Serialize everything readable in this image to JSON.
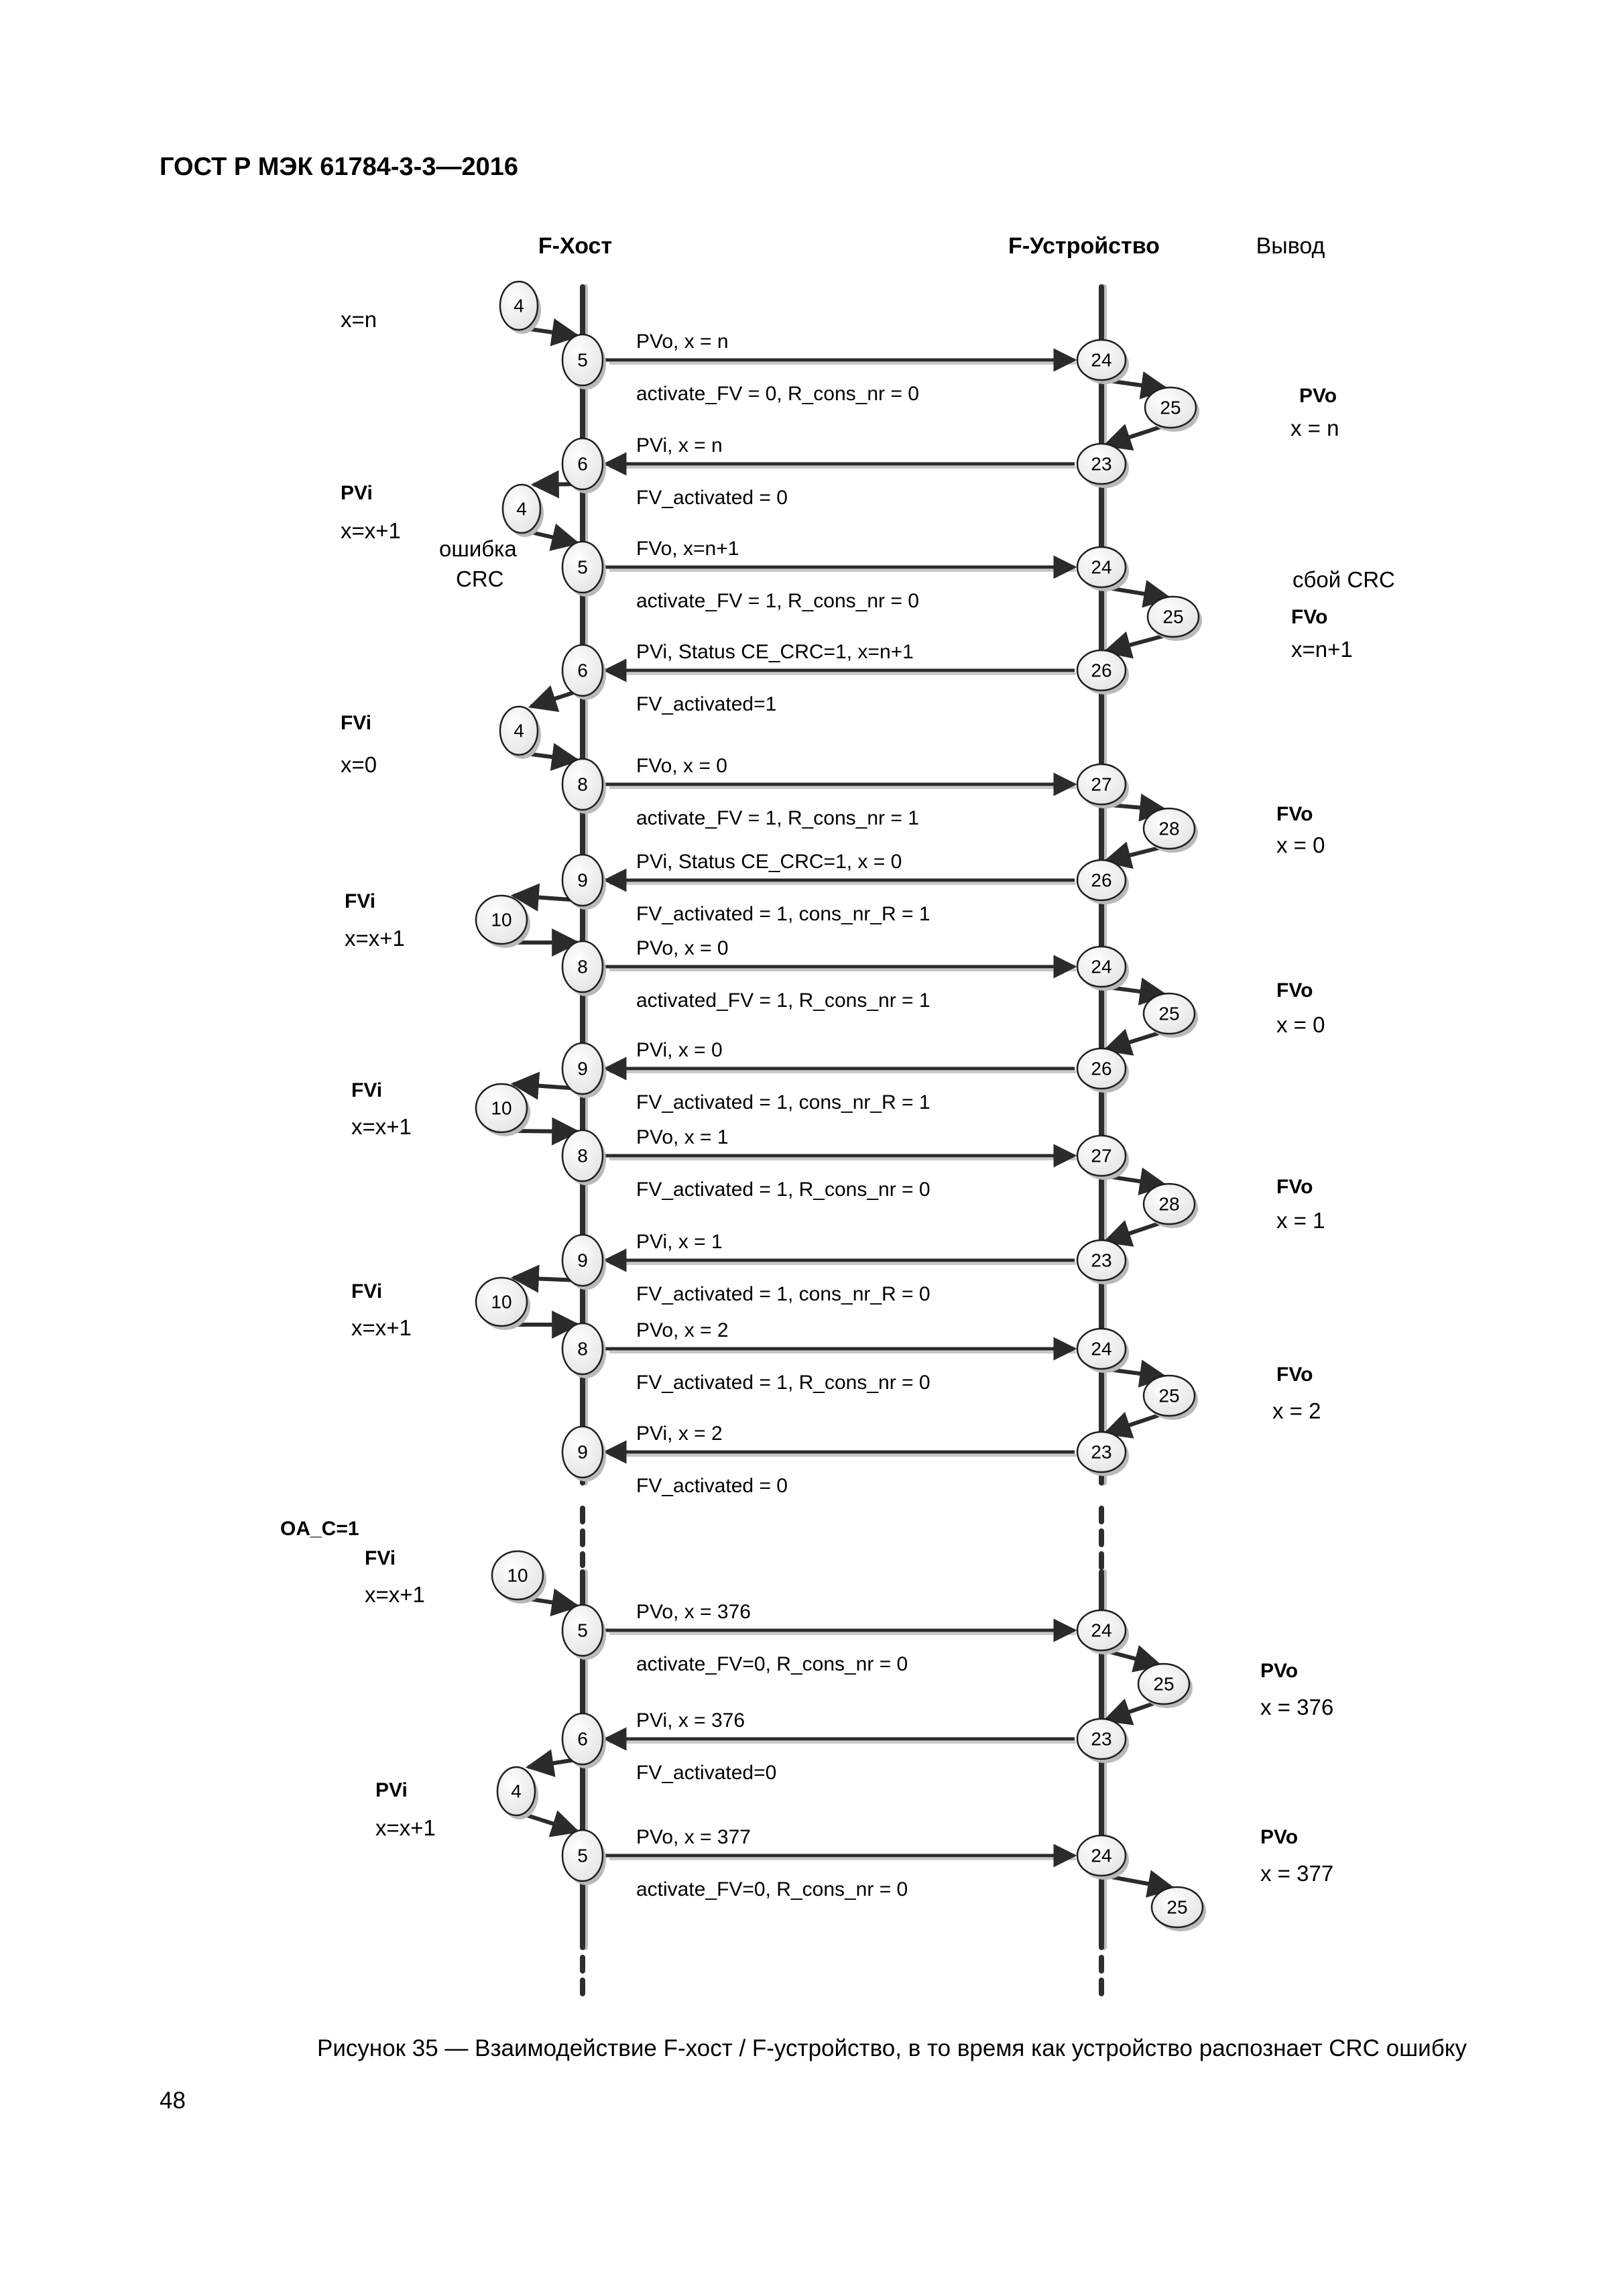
{
  "header": {
    "standard": "ГОСТ Р МЭК 61784-3-3—2016"
  },
  "columns": {
    "host": "F-Хост",
    "device": "F-Устройство",
    "output": "Вывод"
  },
  "host_notes": [
    {
      "text": "x=n",
      "bold": false,
      "pos": "row1"
    },
    {
      "text": "PVi",
      "bold": true,
      "pos": "row2a"
    },
    {
      "text": "x=x+1",
      "bold": false,
      "pos": "row2b"
    },
    {
      "text": "ошибка",
      "bold": false,
      "pos": "row2c"
    },
    {
      "text": "CRC",
      "bold": false,
      "pos": "row2d"
    },
    {
      "text": "FVi",
      "bold": true,
      "pos": "row3a"
    },
    {
      "text": "x=0",
      "bold": false,
      "pos": "row3b"
    },
    {
      "text": "FVi",
      "bold": true,
      "pos": "row4a"
    },
    {
      "text": "x=x+1",
      "bold": false,
      "pos": "row4b"
    },
    {
      "text": "FVi",
      "bold": true,
      "pos": "row5a"
    },
    {
      "text": "x=x+1",
      "bold": false,
      "pos": "row5b"
    },
    {
      "text": "FVi",
      "bold": true,
      "pos": "row6a"
    },
    {
      "text": "x=x+1",
      "bold": false,
      "pos": "row6b"
    },
    {
      "text": "OA_C=1",
      "bold": true,
      "pos": "row7a"
    },
    {
      "text": "FVi",
      "bold": true,
      "pos": "row7b"
    },
    {
      "text": "x=x+1",
      "bold": false,
      "pos": "row7c"
    },
    {
      "text": "PVi",
      "bold": true,
      "pos": "row8a"
    },
    {
      "text": "x=x+1",
      "bold": false,
      "pos": "row8b"
    }
  ],
  "output_notes": [
    {
      "text": "PVo",
      "bold": true
    },
    {
      "text": "x = n",
      "bold": false
    },
    {
      "text": "сбой CRC",
      "bold": false
    },
    {
      "text": "FVo",
      "bold": true
    },
    {
      "text": "x=n+1",
      "bold": false
    },
    {
      "text": "FVo",
      "bold": true
    },
    {
      "text": "x = 0",
      "bold": false
    },
    {
      "text": "FVo",
      "bold": true
    },
    {
      "text": "x = 0",
      "bold": false
    },
    {
      "text": "FVo",
      "bold": true
    },
    {
      "text": "x = 1",
      "bold": false
    },
    {
      "text": "FVo",
      "bold": true
    },
    {
      "text": "x = 2",
      "bold": false
    },
    {
      "text": "PVo",
      "bold": true
    },
    {
      "text": "x = 376",
      "bold": false
    },
    {
      "text": "PVo",
      "bold": true
    },
    {
      "text": "x = 377",
      "bold": false
    }
  ],
  "messages": [
    {
      "dir": "to-device",
      "from": "5",
      "to": "24",
      "top": "PVo, x = n",
      "bottom": "activate_FV = 0, R_cons_nr = 0"
    },
    {
      "dir": "to-host",
      "from": "23",
      "to": "6",
      "top": "PVi, x = n",
      "bottom": "FV_activated = 0"
    },
    {
      "dir": "to-device",
      "from": "5",
      "to": "24",
      "top": "FVo, x=n+1",
      "bottom": "activate_FV = 1, R_cons_nr = 0"
    },
    {
      "dir": "to-host",
      "from": "26",
      "to": "6",
      "top": "PVi, Status CE_CRC=1, x=n+1",
      "bottom": "FV_activated=1"
    },
    {
      "dir": "to-device",
      "from": "8",
      "to": "27",
      "top": "FVo, x = 0",
      "bottom": "activate_FV = 1, R_cons_nr = 1"
    },
    {
      "dir": "to-host",
      "from": "26",
      "to": "9",
      "top": "PVi, Status CE_CRC=1, x = 0",
      "bottom": "FV_activated = 1, cons_nr_R = 1"
    },
    {
      "dir": "to-device",
      "from": "8",
      "to": "24",
      "top": "PVo, x = 0",
      "bottom": "activated_FV = 1, R_cons_nr = 1"
    },
    {
      "dir": "to-host",
      "from": "26",
      "to": "9",
      "top": "PVi,  x = 0",
      "bottom": "FV_activated = 1, cons_nr_R = 1"
    },
    {
      "dir": "to-device",
      "from": "8",
      "to": "27",
      "top": "PVo, x = 1",
      "bottom": "FV_activated = 1, R_cons_nr = 0"
    },
    {
      "dir": "to-host",
      "from": "23",
      "to": "9",
      "top": "PVi, x = 1",
      "bottom": "FV_activated = 1, cons_nr_R = 0"
    },
    {
      "dir": "to-device",
      "from": "8",
      "to": "24",
      "top": "PVo, x = 2",
      "bottom": "FV_activated = 1, R_cons_nr = 0"
    },
    {
      "dir": "to-host",
      "from": "23",
      "to": "9",
      "top": "PVi, x = 2",
      "bottom": "FV_activated = 0"
    },
    {
      "dir": "to-device",
      "from": "5",
      "to": "24",
      "top": "PVo, x = 376",
      "bottom": "activate_FV=0, R_cons_nr = 0"
    },
    {
      "dir": "to-host",
      "from": "23",
      "to": "6",
      "top": "PVi, x = 376",
      "bottom": "FV_activated=0"
    },
    {
      "dir": "to-device",
      "from": "5",
      "to": "24",
      "top": "PVo, x = 377",
      "bottom": "activate_FV=0, R_cons_nr = 0"
    }
  ],
  "side_states": {
    "host": [
      "4",
      "4",
      "4",
      "10",
      "10",
      "10",
      "10",
      "4"
    ],
    "device": [
      "25",
      "25",
      "28",
      "25",
      "28",
      "25",
      "25",
      "25"
    ]
  },
  "caption": "Рисунок 35 — Взаимодействие F-хост / F-устройство, в то время как устройство распознает CRC ошибку",
  "page_number": "48"
}
